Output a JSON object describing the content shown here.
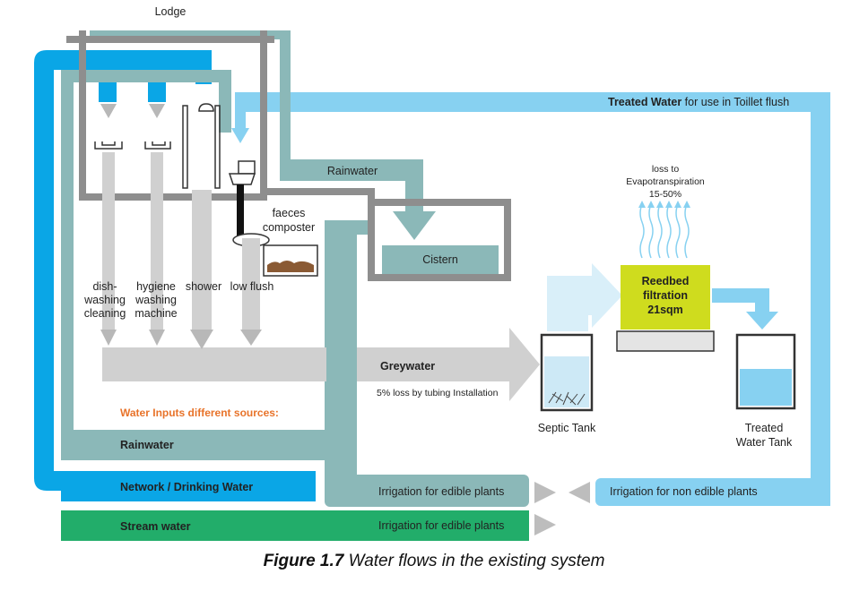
{
  "colors": {
    "rainwater": "#8bb8b8",
    "network": "#0aa6e6",
    "stream": "#22ad6a",
    "treated": "#87d1f1",
    "greywater": "#d0d0d0",
    "lodge_wall": "#8e8e8e",
    "reedbed": "#cfdc1e",
    "orange": "#e8732a",
    "compost": "#8a5a34"
  },
  "labels": {
    "lodge": "Lodge",
    "rainwater_pipe": "Rainwater",
    "faeces_composter_1": "faeces",
    "faeces_composter_2": "composter",
    "cistern": "Cistern",
    "dish_1": "dish-",
    "dish_2": "washing",
    "dish_3": "cleaning",
    "hygiene": "hygiene",
    "washing_1": "washing",
    "washing_2": "machine",
    "shower": "shower",
    "low_flush": "low flush",
    "greywater": "Greywater",
    "greywater_loss": "5% loss by tubing Installation",
    "septic_tank": "Septic Tank",
    "reedbed_1": "Reedbed",
    "reedbed_2": "filtration",
    "reedbed_3": "21sqm",
    "evap_1": "loss to",
    "evap_2": "Evapotranspiration",
    "evap_3": "15-50%",
    "treated_tank_1": "Treated",
    "treated_tank_2": "Water Tank",
    "treated_flush_bold": "Treated Water",
    "treated_flush_rest": " for use in Toillet flush",
    "inputs_title": "Water Inputs different sources:",
    "rainwater_input": "Rainwater",
    "network_input": "Network / Drinking Water",
    "stream_input": "Stream water",
    "irrigation_edible_1": "Irrigation for edible plants",
    "irrigation_edible_2": "Irrigation for edible plants",
    "irrigation_non_edible": "Irrigation for non edible plants"
  },
  "caption": {
    "figure": "Figure 1.7",
    "text": " Water flows in the existing system"
  }
}
